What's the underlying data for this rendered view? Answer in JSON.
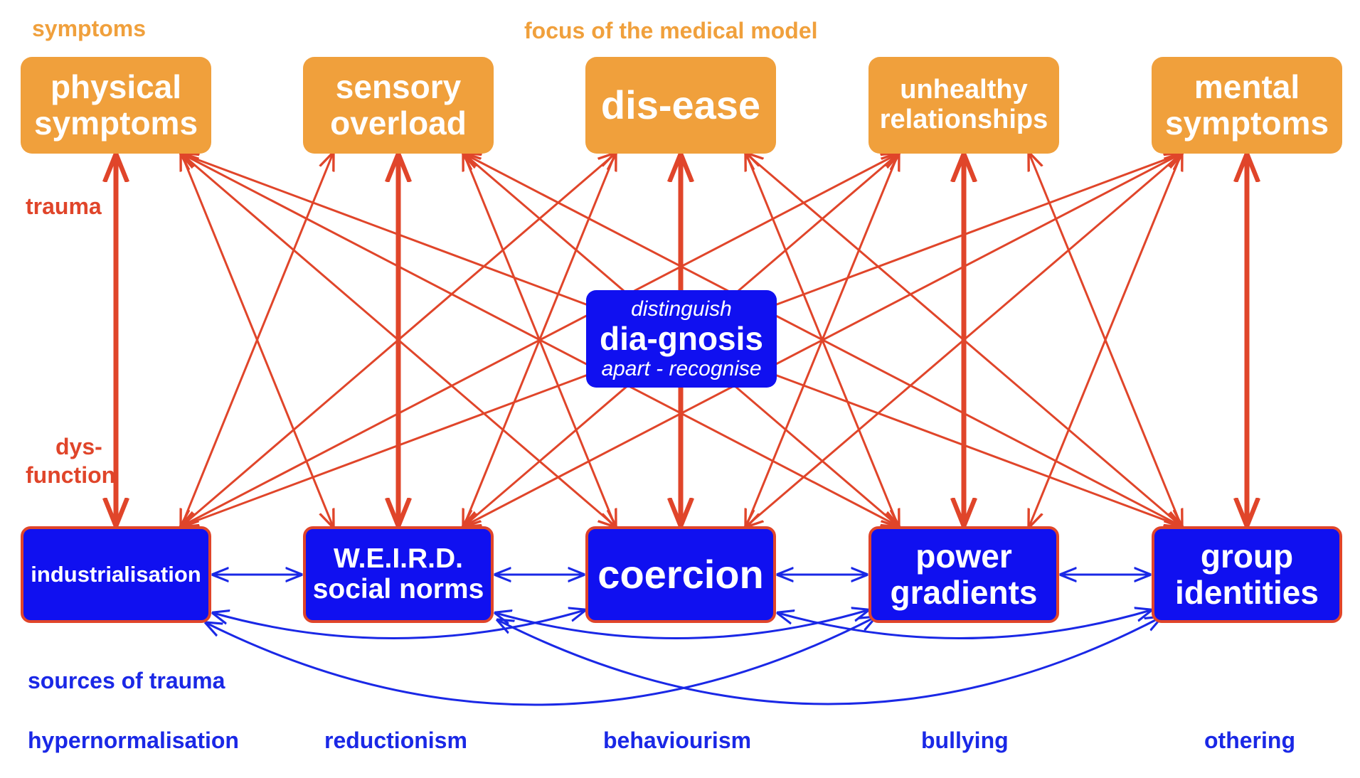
{
  "labels": {
    "symptoms_header": "symptoms",
    "medical_model": "focus of the medical model",
    "trauma": "trauma",
    "dys_1": "dys-",
    "dys_2": "function",
    "sources": "sources of trauma"
  },
  "symptoms": [
    {
      "line1": "physical",
      "line2": "symptoms"
    },
    {
      "line1": "sensory",
      "line2": "overload"
    },
    {
      "line1": "dis-ease"
    },
    {
      "line1": "unhealthy",
      "line2": "relationships"
    },
    {
      "line1": "mental",
      "line2": "symptoms"
    }
  ],
  "sources": [
    {
      "line1": "industrialisation"
    },
    {
      "line1": "W.E.I.R.D.",
      "line2": "social norms"
    },
    {
      "line1": "coercion"
    },
    {
      "line1": "power",
      "line2": "gradients"
    },
    {
      "line1": "group",
      "line2": "identities"
    }
  ],
  "diagnosis": {
    "top": "distinguish",
    "main": "dia-gnosis",
    "bottom": "apart - recognise"
  },
  "bottom_terms": [
    "hypernormalisation",
    "reductionism",
    "behaviourism",
    "bullying",
    "othering"
  ],
  "colors": {
    "orange": "#f0a03c",
    "red": "#e0452a",
    "blue": "#1010f0",
    "label_blue": "#1a28e6"
  }
}
